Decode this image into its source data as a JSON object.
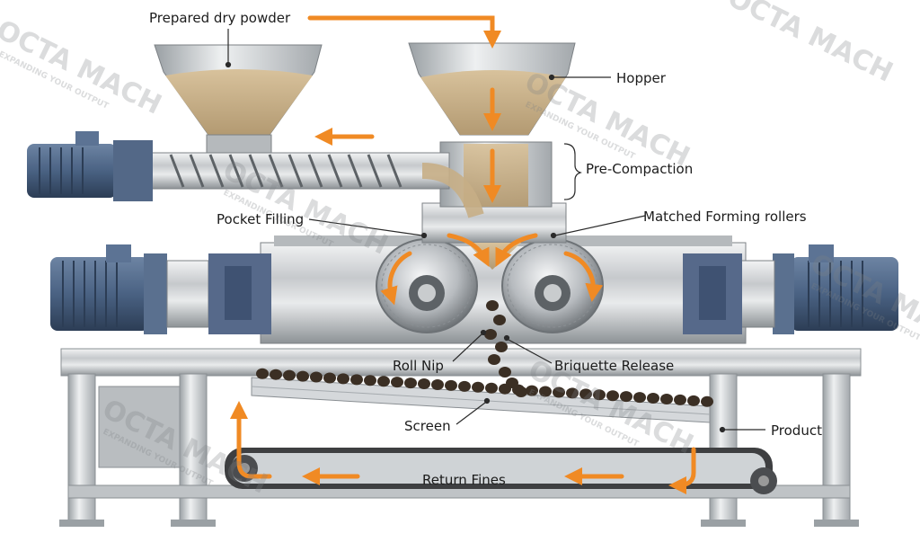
{
  "labels": {
    "prepared_powder": "Prepared dry powder",
    "hopper": "Hopper",
    "pre_compaction": "Pre-Compaction",
    "pocket_filling": "Pocket Filling",
    "matched_rollers": "Matched Forming rollers",
    "roll_nip": "Roll Nip",
    "briquette_release": "Briquette Release",
    "screen": "Screen",
    "product": "Product",
    "return_fines": "Return Fines"
  },
  "watermark": {
    "brand": "OCTA MACH",
    "tagline": "EXPANDING YOUR OUTPUT"
  },
  "colors": {
    "flow_arrow": "#f08a24",
    "frame_steel": "#c9cdd1",
    "motor_blue": "#4a6283",
    "powder": "#c7ae86",
    "briquette": "#3b2f24"
  }
}
